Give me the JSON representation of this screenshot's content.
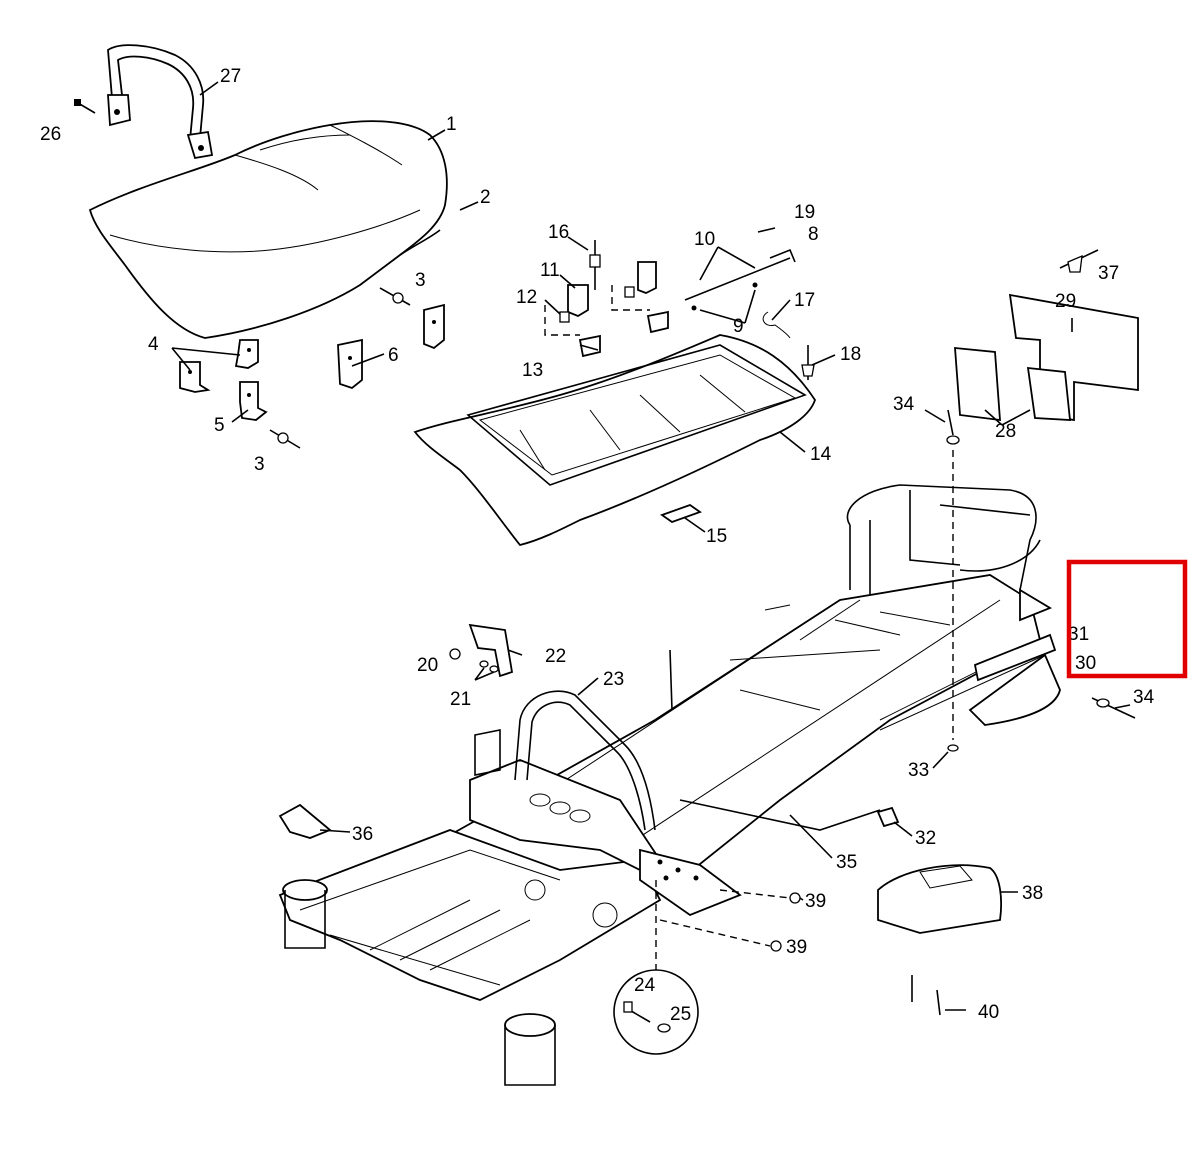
{
  "diagram": {
    "callouts": [
      {
        "id": "27",
        "text": "27"
      },
      {
        "id": "26",
        "text": "26"
      },
      {
        "id": "1",
        "text": "1"
      },
      {
        "id": "2",
        "text": "2"
      },
      {
        "id": "3a",
        "text": "3"
      },
      {
        "id": "3b",
        "text": "3"
      },
      {
        "id": "4",
        "text": "4"
      },
      {
        "id": "5",
        "text": "5"
      },
      {
        "id": "6",
        "text": "6"
      },
      {
        "id": "16",
        "text": "16"
      },
      {
        "id": "11",
        "text": "11"
      },
      {
        "id": "12",
        "text": "12"
      },
      {
        "id": "13",
        "text": "13"
      },
      {
        "id": "10",
        "text": "10"
      },
      {
        "id": "19",
        "text": "19"
      },
      {
        "id": "8",
        "text": "8"
      },
      {
        "id": "9",
        "text": "9"
      },
      {
        "id": "17",
        "text": "17"
      },
      {
        "id": "18",
        "text": "18"
      },
      {
        "id": "14",
        "text": "14"
      },
      {
        "id": "15",
        "text": "15"
      },
      {
        "id": "37",
        "text": "37"
      },
      {
        "id": "29",
        "text": "29"
      },
      {
        "id": "28",
        "text": "28"
      },
      {
        "id": "34a",
        "text": "34"
      },
      {
        "id": "34b",
        "text": "34"
      },
      {
        "id": "31",
        "text": "31"
      },
      {
        "id": "30",
        "text": "30"
      },
      {
        "id": "33",
        "text": "33"
      },
      {
        "id": "32",
        "text": "32"
      },
      {
        "id": "20",
        "text": "20"
      },
      {
        "id": "21",
        "text": "21"
      },
      {
        "id": "22",
        "text": "22"
      },
      {
        "id": "23",
        "text": "23"
      },
      {
        "id": "36",
        "text": "36"
      },
      {
        "id": "35",
        "text": "35"
      },
      {
        "id": "38",
        "text": "38"
      },
      {
        "id": "39a",
        "text": "39"
      },
      {
        "id": "39b",
        "text": "39"
      },
      {
        "id": "24",
        "text": "24"
      },
      {
        "id": "25",
        "text": "25"
      },
      {
        "id": "40",
        "text": "40"
      }
    ],
    "highlight_color": "#e00000"
  }
}
